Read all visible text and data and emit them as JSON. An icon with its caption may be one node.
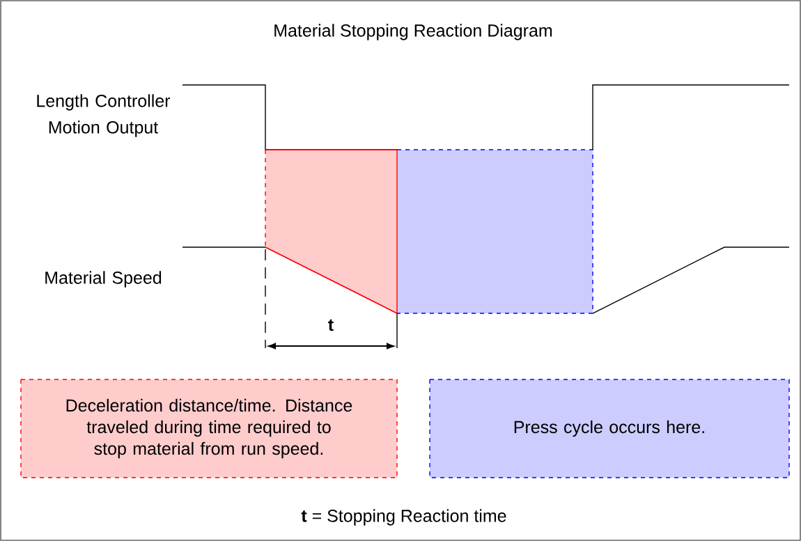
{
  "diagram": {
    "title": "Material Stopping Reaction Diagram",
    "caption": "**t** = Stopping Reaction time",
    "nodes": [
      {
        "text": [
          "Deceleration distance/time.  Distance traveled during time required to stop material from run speed."
        ]
      },
      {
        "text": [
          "Press cycle occurs here."
        ]
      }
    ],
    "labels": [
      "Length Controller Motion Output",
      "Material Speed",
      "t"
    ]
  }
}
